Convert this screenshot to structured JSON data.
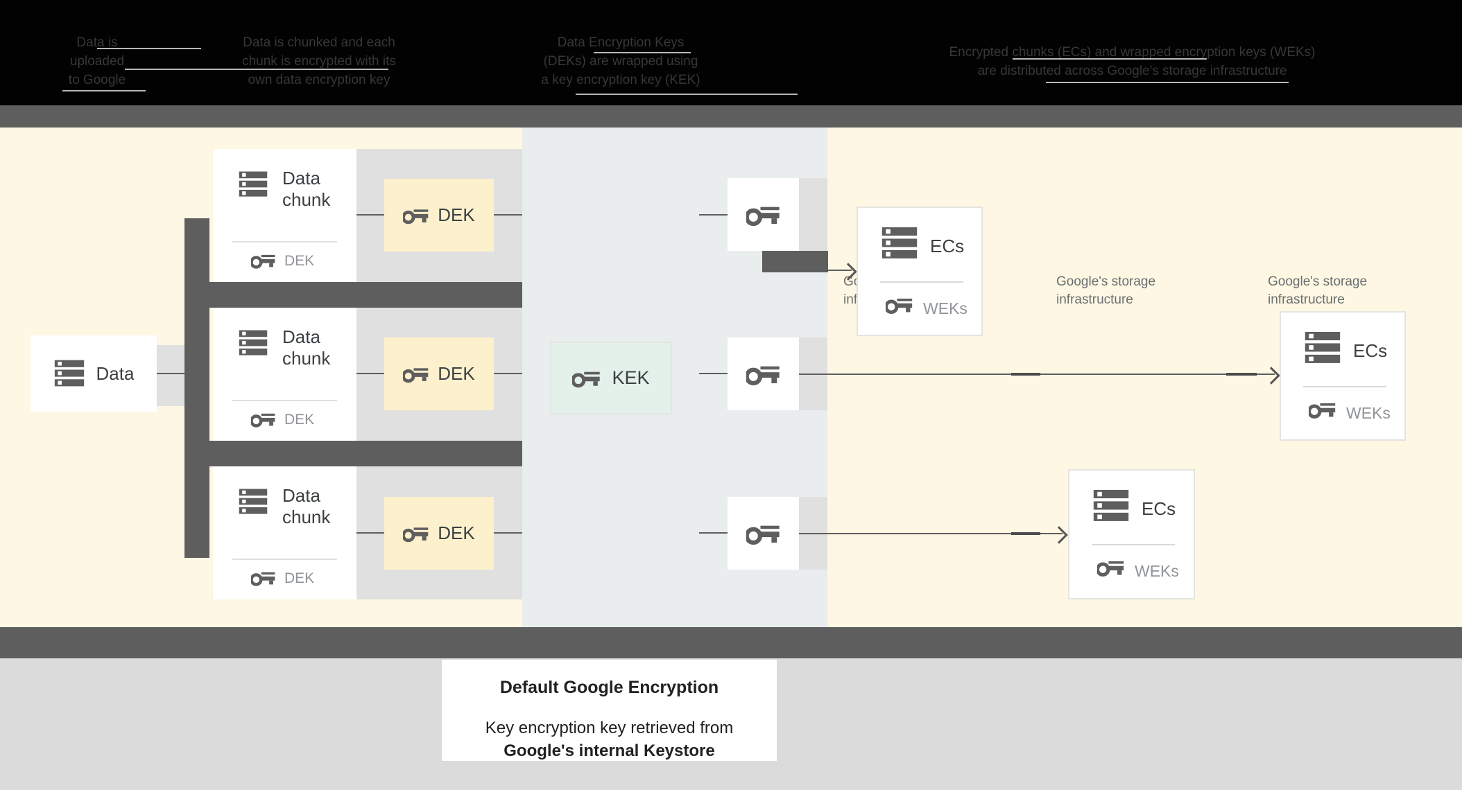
{
  "header": {
    "captions": [
      {
        "lines": [
          "Data is",
          "uploaded",
          "to Google"
        ]
      },
      {
        "lines": [
          "Data is chunked and each",
          "chunk is encrypted with its",
          "own data encryption key"
        ]
      },
      {
        "lines": [
          "Data Encryption Keys",
          "(DEKs) are wrapped using",
          "a key encryption key (KEK)"
        ]
      },
      {
        "lines": [
          "Encrypted chunks (ECs) and wrapped encryption keys (WEKs)",
          "are distributed across Google's storage infrastructure"
        ]
      }
    ]
  },
  "diagram": {
    "data_box": {
      "label": "Data"
    },
    "chunk_boxes": [
      {
        "title_line1": "Data",
        "title_line2": "chunk",
        "key_label": "DEK"
      },
      {
        "title_line1": "Data",
        "title_line2": "chunk",
        "key_label": "DEK"
      },
      {
        "title_line1": "Data",
        "title_line2": "chunk",
        "key_label": "DEK"
      }
    ],
    "dek_boxes": [
      {
        "label": "DEK"
      },
      {
        "label": "DEK"
      },
      {
        "label": "DEK"
      }
    ],
    "kek_box": {
      "label": "KEK"
    },
    "storage_labels": [
      {
        "line1": "Google's storage",
        "line2": "infrastructure"
      },
      {
        "line1": "Google's storage",
        "line2": "infrastructure"
      },
      {
        "line1": "Google's storage",
        "line2": "infrastructure"
      }
    ],
    "ec_boxes": [
      {
        "title": "ECs",
        "key_label": "WEKs"
      },
      {
        "title": "ECs",
        "key_label": "WEKs"
      },
      {
        "title": "ECs",
        "key_label": "WEKs"
      }
    ]
  },
  "footer": {
    "title": "Default Google Encryption",
    "line1": "Key encryption key retrieved from",
    "line2": "Google's internal Keystore"
  },
  "icons": {
    "storage": "storage-server-icon",
    "key": "key-icon"
  },
  "colors": {
    "header_band": "#020202",
    "divider_band": "#5e5e5e",
    "cream_background": "#fdf7e3",
    "bluegray_panel": "#e9edee",
    "gray_band": "#e0e0e0",
    "dek_fill": "#fdf0cd",
    "kek_fill": "#e4f1ea",
    "footer_background": "#dbdbdb",
    "label_dark": "#3c4043",
    "label_muted": "#8f9397",
    "icon_gray": "#5e5e5e"
  }
}
